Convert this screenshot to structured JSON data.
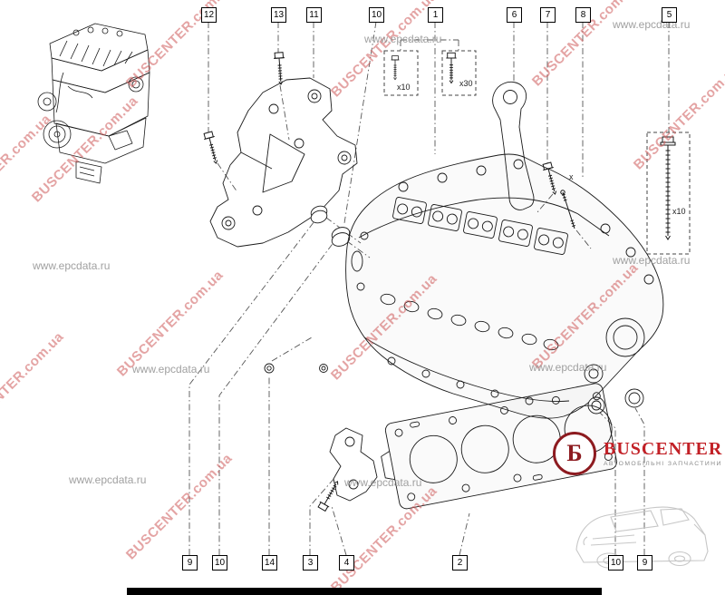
{
  "watermarks": {
    "diagonal_text": "BUSCENTER.com.ua",
    "horizontal_text": "www.epcdata.ru",
    "diagonal_color": "#cd5a5a",
    "horizontal_color": "#969696"
  },
  "callouts": {
    "top": [
      {
        "label": "12"
      },
      {
        "label": "13"
      },
      {
        "label": "11"
      },
      {
        "label": "10"
      },
      {
        "label": "1"
      },
      {
        "label": "6"
      },
      {
        "label": "7"
      },
      {
        "label": "8"
      },
      {
        "label": "5"
      }
    ],
    "bottom": [
      {
        "label": "9"
      },
      {
        "label": "10"
      },
      {
        "label": "14"
      },
      {
        "label": "3"
      },
      {
        "label": "4"
      },
      {
        "label": "2"
      },
      {
        "label": "10"
      },
      {
        "label": "9"
      }
    ]
  },
  "quantities": {
    "head_bolt_small": "x10",
    "head_bolt_main": "x30",
    "long_bolt": "x10"
  },
  "markers": {
    "cross": "x"
  },
  "logo": {
    "monogram": "Б",
    "name": "BUSCENTER",
    "tagline": "АВТОМОБІЛЬНІ ЗАПЧАСТИНИ",
    "name_color": "#c22026",
    "ring_color": "#8d1b20"
  }
}
